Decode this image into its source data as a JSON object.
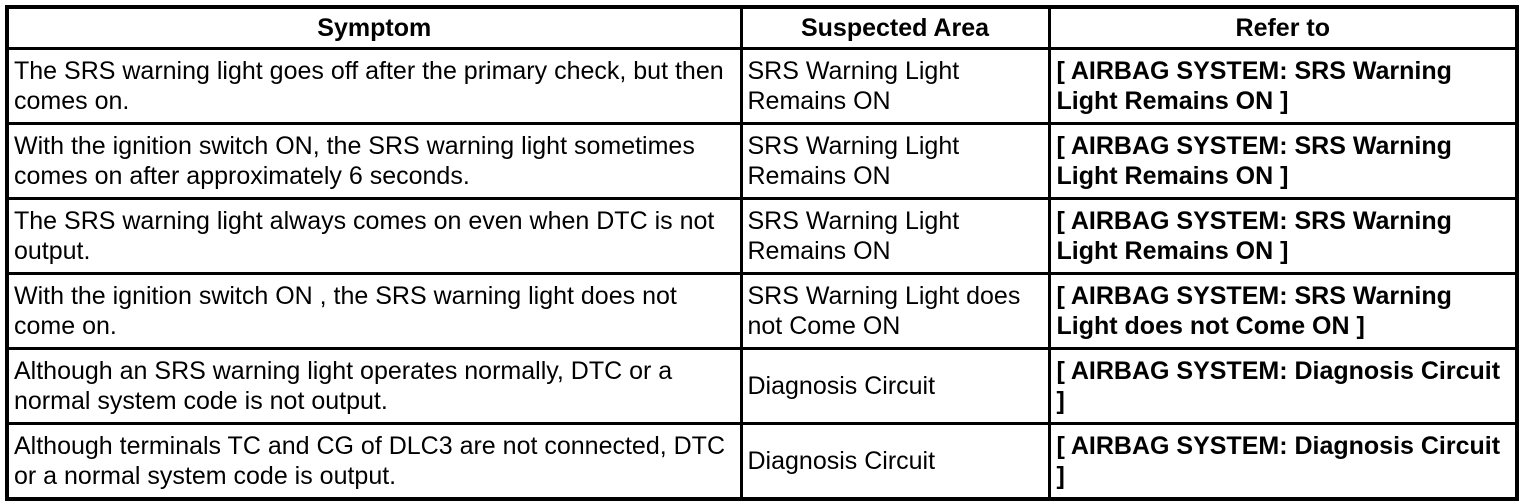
{
  "colors": {
    "border": "#000000",
    "text": "#000000",
    "background": "#ffffff"
  },
  "table": {
    "columns": [
      {
        "key": "symptom",
        "label": "Symptom"
      },
      {
        "key": "suspected_area",
        "label": "Suspected Area"
      },
      {
        "key": "refer_to",
        "label": "Refer to"
      }
    ],
    "rows": [
      {
        "symptom": "The SRS warning light goes off after the primary check, but then comes on.",
        "suspected_area": "SRS Warning Light Remains ON",
        "refer_to": "[ AIRBAG SYSTEM: SRS Warning Light Remains ON ]"
      },
      {
        "symptom": "With the ignition switch ON, the SRS warning light sometimes comes on after approximately 6 seconds.",
        "suspected_area": "SRS Warning Light Remains ON",
        "refer_to": "[ AIRBAG SYSTEM: SRS Warning Light Remains ON ]"
      },
      {
        "symptom": "The SRS warning light always comes on even when DTC is not output.",
        "suspected_area": "SRS Warning Light Remains ON",
        "refer_to": "[ AIRBAG SYSTEM: SRS Warning Light Remains ON ]"
      },
      {
        "symptom": "With the ignition switch ON , the SRS warning light does not come on.",
        "suspected_area": "SRS Warning Light does not Come ON",
        "refer_to": "[ AIRBAG SYSTEM: SRS Warning Light does not Come ON ]"
      },
      {
        "symptom": "Although an SRS warning light operates normally, DTC or a normal system code is not output.",
        "suspected_area": "Diagnosis Circuit",
        "refer_to": "[ AIRBAG SYSTEM: Diagnosis Circuit ]"
      },
      {
        "symptom": "Although terminals TC and CG of DLC3 are not connected, DTC or a normal system code is output.",
        "suspected_area": "Diagnosis Circuit",
        "refer_to": "[ AIRBAG SYSTEM: Diagnosis Circuit ]"
      }
    ]
  }
}
